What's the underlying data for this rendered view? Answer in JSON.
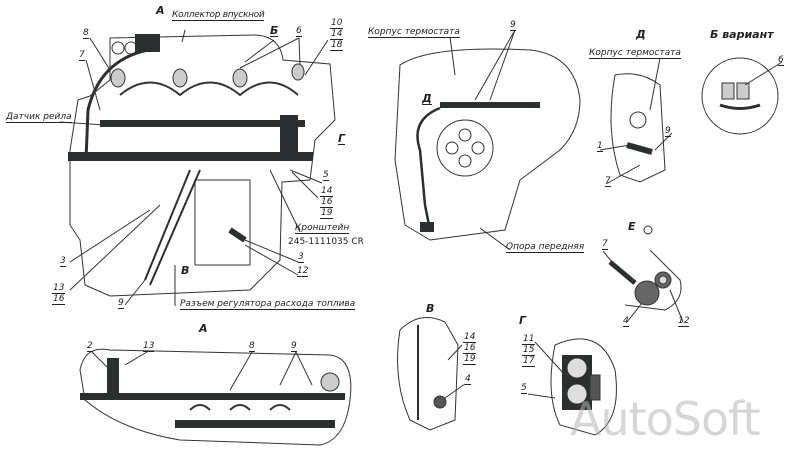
{
  "main_view": {
    "view_a_marker": "А",
    "intake_manifold": "Коллектор впускной",
    "view_b_marker": "Б",
    "n6": "6",
    "n10_14_18": [
      "10",
      "14",
      "18"
    ],
    "n8": "8",
    "n7": "7",
    "rail_sensor": "Датчик рейла",
    "view_g_marker": "Г",
    "n5": "5",
    "n14_16_19": [
      "14",
      "16",
      "19"
    ],
    "bracket": "Кронштейн",
    "bracket_part": "245-1111035 CR",
    "n3_right": "3",
    "n12": "12",
    "n3_left": "3",
    "n13_16": [
      "13",
      "16"
    ],
    "view_v_marker": "В",
    "n9": "9",
    "fuel_regulator_connector": "Разъем регулятора расхода топлива"
  },
  "front_view": {
    "thermostat_housing": "Корпус термостата",
    "n9": "9",
    "view_d_marker": "Д",
    "front_support": "Опора передняя"
  },
  "view_d": {
    "title": "Д",
    "thermostat_housing": "Корпус термостата",
    "n9": "9",
    "n1": "1",
    "n7": "7"
  },
  "view_b_variant": {
    "title": "Б вариант",
    "n6": "6"
  },
  "view_e": {
    "title": "Е",
    "n7": "7",
    "n4": "4",
    "n12": "12"
  },
  "view_a": {
    "title": "А",
    "n2": "2",
    "n13": "13",
    "n8": "8",
    "n9": "9"
  },
  "view_v": {
    "title": "В",
    "n14_16_19": [
      "14",
      "16",
      "19"
    ],
    "n4": "4"
  },
  "view_g": {
    "title": "Г",
    "n11_15_17": [
      "11",
      "15",
      "17"
    ],
    "n5": "5"
  },
  "watermark": "AutoSoft",
  "colors": {
    "line": "#222222",
    "harness": "#2b2f2f",
    "background": "#ffffff"
  }
}
